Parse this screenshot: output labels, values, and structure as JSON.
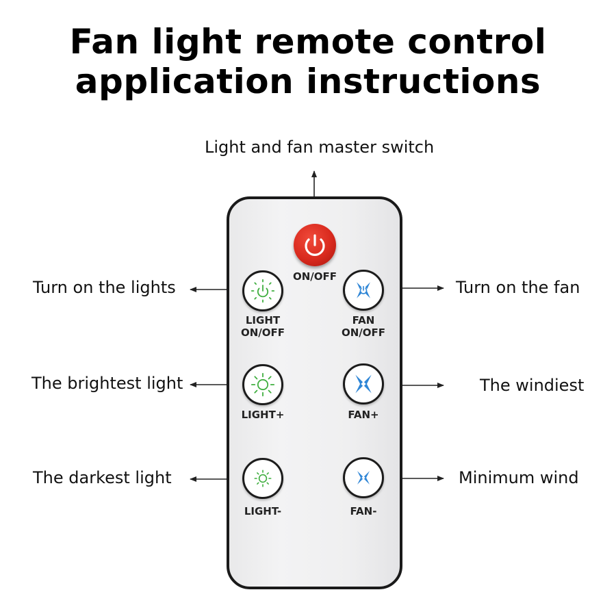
{
  "title": {
    "line1": "Fan light remote control",
    "line2": "application instructions"
  },
  "callouts": {
    "master": "Light and fan master switch",
    "lights_on": "Turn on the lights",
    "fan_on": "Turn on the fan",
    "brightest": "The brightest light",
    "windiest": "The windiest",
    "darkest": "The darkest light",
    "minimum": "Minimum wind"
  },
  "buttons": {
    "power": "ON/OFF",
    "light_onoff_1": "LIGHT",
    "light_onoff_2": "ON/OFF",
    "fan_onoff_1": "FAN",
    "fan_onoff_2": "ON/OFF",
    "light_plus": "LIGHT+",
    "fan_plus": "FAN+",
    "light_minus": "LIGHT-",
    "fan_minus": "FAN-"
  },
  "icons": {
    "power": "power-icon",
    "light": "sun-icon",
    "fan": "fan-icon"
  },
  "colors": {
    "power_button": "#d92a1e",
    "light_icon": "#3fae3f",
    "fan_icon": "#2f86d6",
    "remote_border": "#1a1a1a"
  }
}
